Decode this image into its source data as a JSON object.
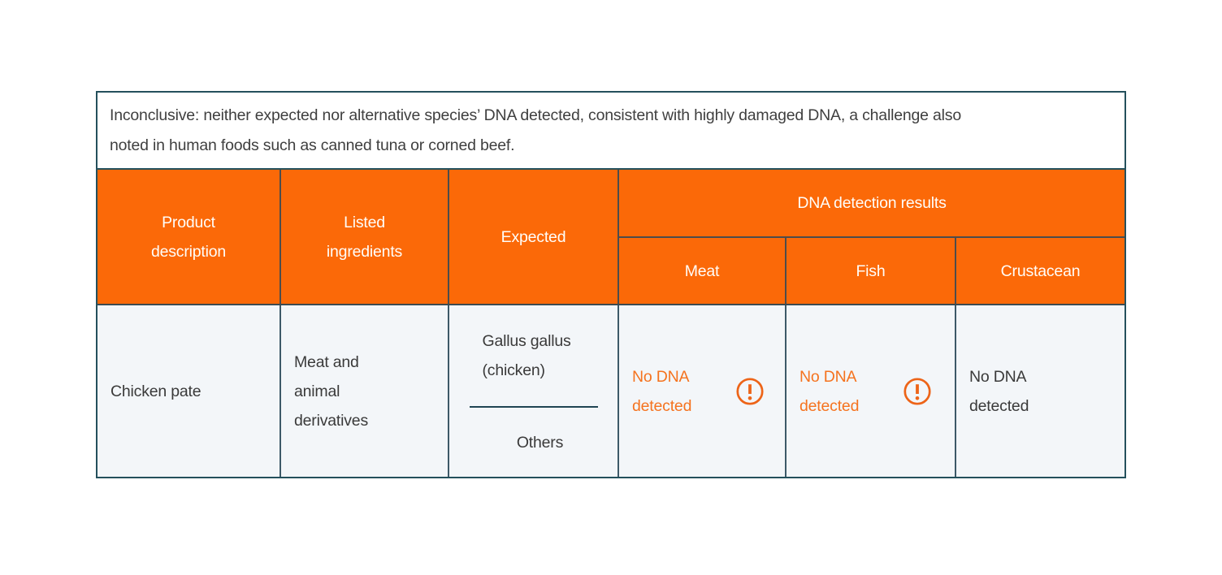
{
  "note": "Inconclusive: neither expected nor alternative species’ DNA detected, consistent with highly damaged DNA, a challenge also noted in human foods such as canned tuna or corned beef.",
  "table": {
    "columns": {
      "product": "Product description",
      "ingredients": "Listed ingredients",
      "expected": "Expected",
      "dna_group": "DNA detection results",
      "meat": "Meat",
      "fish": "Fish",
      "crustacean": "Crustacean"
    },
    "row": {
      "product": "Chicken pate",
      "ingredients": "Meat and animal derivatives",
      "expected_species": "Gallus gallus (chicken)",
      "expected_others": "Others",
      "results": {
        "meat": {
          "text": "No DNA detected",
          "warning": true
        },
        "fish": {
          "text": "No DNA detected",
          "warning": true
        },
        "crustacean": {
          "text": "No DNA detected",
          "warning": false
        }
      }
    }
  },
  "icons": {
    "warning": "exclamation-circle-icon"
  },
  "colors": {
    "accent_orange": "#fb6908",
    "result_orange": "#f5731f",
    "icon_orange": "#ed6418",
    "border_dark": "#24505c",
    "row_background": "#f3f6f9"
  },
  "chart_data": {
    "type": "table",
    "title": "",
    "note": "Inconclusive: neither expected nor alternative species’ DNA detected, consistent with highly damaged DNA, a challenge also noted in human foods such as canned tuna or corned beef.",
    "column_groups": [
      {
        "label": "DNA detection results",
        "children": [
          "Meat",
          "Fish",
          "Crustacean"
        ]
      }
    ],
    "columns": [
      "Product description",
      "Listed ingredients",
      "Expected",
      "Meat",
      "Fish",
      "Crustacean"
    ],
    "rows": [
      {
        "product_description": "Chicken pate",
        "listed_ingredients": "Meat and animal derivatives",
        "expected": [
          "Gallus gallus (chicken)",
          "Others"
        ],
        "meat": {
          "value": "No DNA detected",
          "warning": true
        },
        "fish": {
          "value": "No DNA detected",
          "warning": true
        },
        "crustacean": {
          "value": "No DNA detected",
          "warning": false
        }
      }
    ]
  }
}
